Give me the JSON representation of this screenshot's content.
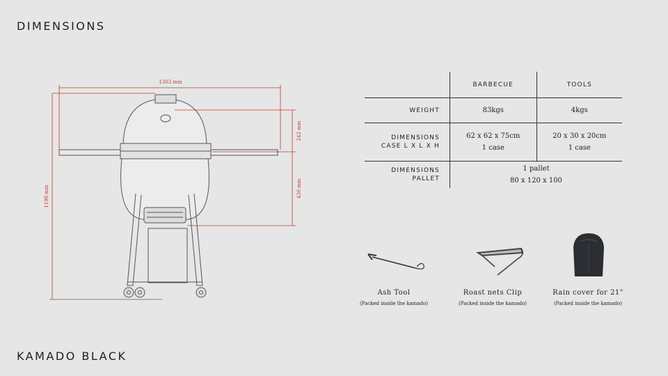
{
  "page": {
    "title": "DIMENSIONS",
    "product": "KAMADO BLACK"
  },
  "drawing": {
    "width_label": "1303 mm",
    "height_label": "1198 mm",
    "dome_label": "242 mm",
    "body_label": "430 mm",
    "line_color": "#c0392b"
  },
  "spec_table": {
    "columns": [
      "BARBECUE",
      "TOOLS"
    ],
    "rows": [
      {
        "label_lines": [
          "WEIGHT"
        ],
        "barbecue": [
          "83kgs"
        ],
        "tools": [
          "4kgs"
        ]
      },
      {
        "label_lines": [
          "DIMENSIONS",
          "CASE L X L X H"
        ],
        "barbecue": [
          "62 x 62 x 75cm",
          "1 case"
        ],
        "tools": [
          "20 x 30 x 20cm",
          "1 case"
        ]
      },
      {
        "label_lines": [
          "DIMENSIONS PALLET"
        ],
        "merged": [
          "1 pallet",
          "80 x 120 x 100"
        ]
      }
    ]
  },
  "accessories": [
    {
      "name": "Ash Tool",
      "note": "(Packed inside the kamado)",
      "icon": "ash-tool-icon"
    },
    {
      "name": "Roast nets Clip",
      "note": "(Packed inside the kamado)",
      "icon": "roast-nets-clip-icon"
    },
    {
      "name": "Rain cover for 21\"",
      "note": "(Packed inside the kamado)",
      "icon": "rain-cover-icon"
    }
  ]
}
